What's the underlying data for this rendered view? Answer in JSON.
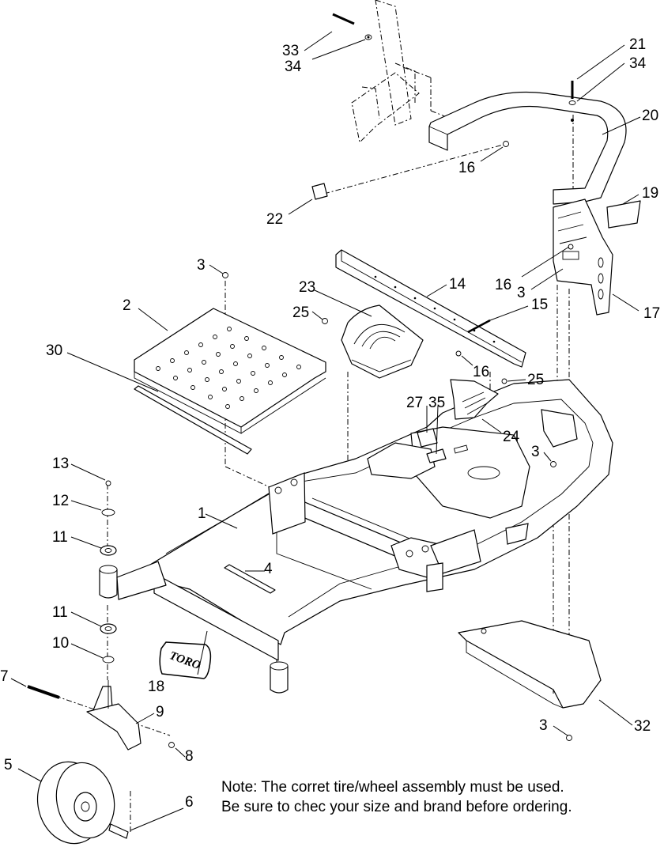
{
  "callouts": {
    "c1": "1",
    "c2": "2",
    "c3a": "3",
    "c3b": "3",
    "c3c": "3",
    "c3d": "3",
    "c4": "4",
    "c5": "5",
    "c6": "6",
    "c7": "7",
    "c8": "8",
    "c9": "9",
    "c10": "10",
    "c11a": "11",
    "c11b": "11",
    "c12": "12",
    "c13": "13",
    "c14": "14",
    "c15": "15",
    "c16a": "16",
    "c16b": "16",
    "c16c": "16",
    "c17": "17",
    "c18": "18",
    "c19": "19",
    "c20": "20",
    "c21": "21",
    "c22": "22",
    "c23": "23",
    "c24": "24",
    "c25a": "25",
    "c25b": "25",
    "c27": "27",
    "c30": "30",
    "c32": "32",
    "c33": "33",
    "c34a": "34",
    "c34b": "34",
    "c35": "35"
  },
  "logo": "TORO",
  "note": {
    "line1": "Note: The corret tire/wheel assembly must be used.",
    "line2": "Be sure to chec your size and brand before ordering."
  }
}
